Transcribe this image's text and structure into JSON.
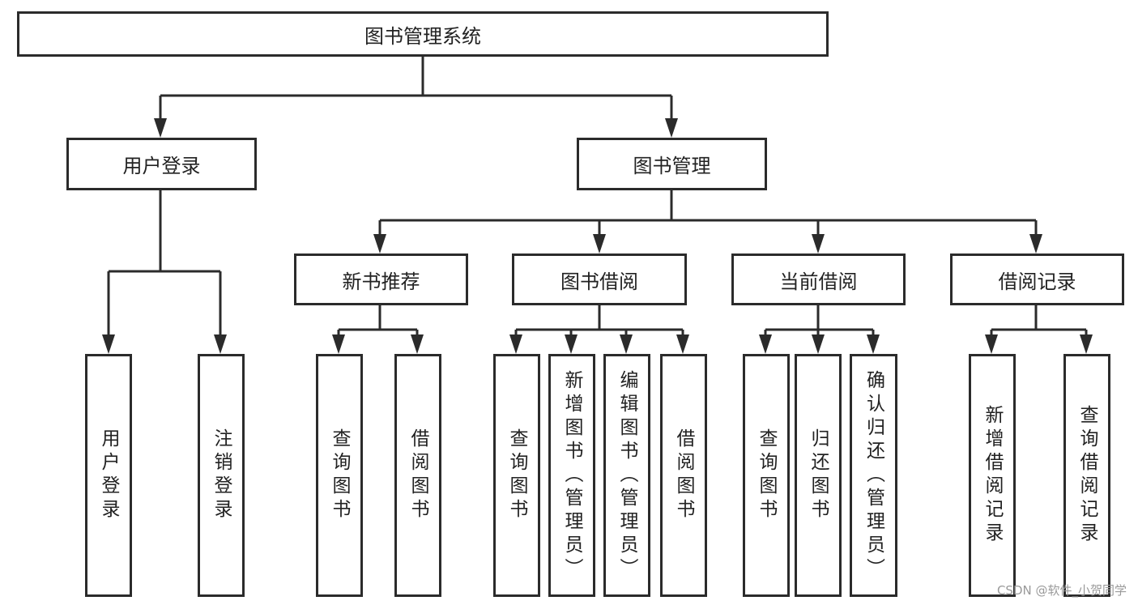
{
  "root": "图书管理系统",
  "level1": [
    "用户登录",
    "图书管理"
  ],
  "user_login_children": [
    "用户登录",
    "注销登录"
  ],
  "book_management_children": [
    {
      "label": "新书推荐",
      "children": [
        "查询图书",
        "借阅图书"
      ]
    },
    {
      "label": "图书借阅",
      "children": [
        "查询图书",
        "新增图书（管理员）",
        "编辑图书（管理员）",
        "借阅图书"
      ]
    },
    {
      "label": "当前借阅",
      "children": [
        "查询图书",
        "归还图书",
        "确认归还（管理员）"
      ]
    },
    {
      "label": "借阅记录",
      "children": [
        "新增借阅记录",
        "查询借阅记录"
      ]
    }
  ],
  "watermark": "CSDN @软件_小贺同学",
  "colors": {
    "stroke": "#2b2b2b"
  }
}
